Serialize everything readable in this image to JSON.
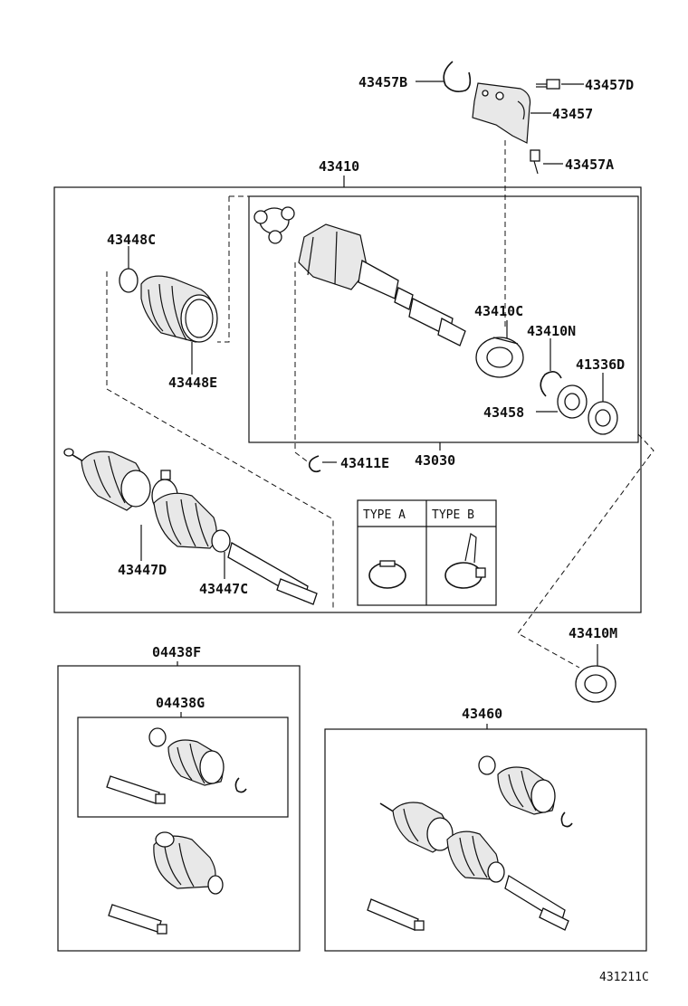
{
  "labels": {
    "p43457B": "43457B",
    "p43457D": "43457D",
    "p43457": "43457",
    "p43457A": "43457A",
    "p43410": "43410",
    "p43448C": "43448C",
    "p43448E": "43448E",
    "p43410C": "43410C",
    "p43410N": "43410N",
    "p41336D": "41336D",
    "p43458": "43458",
    "p43411E": "43411E",
    "p43030": "43030",
    "p43447D": "43447D",
    "p43447C": "43447C",
    "typeA": "TYPE A",
    "typeB": "TYPE B",
    "p43410M": "43410M",
    "p04438F": "04438F",
    "p04438G": "04438G",
    "p43460": "43460",
    "figure_code": "431211C"
  }
}
